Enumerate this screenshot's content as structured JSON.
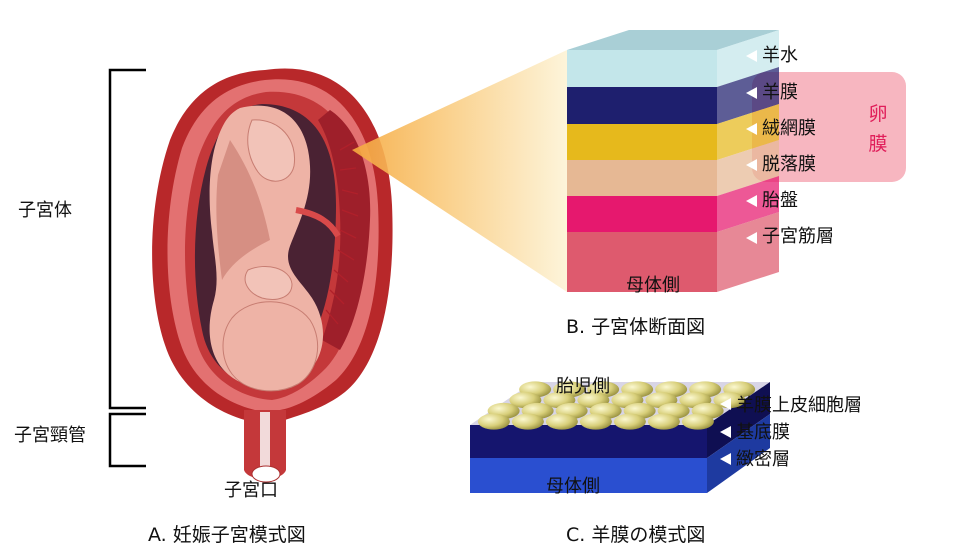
{
  "panel_a": {
    "caption": "A. 妊娠子宮模式図",
    "label_body": "子宮体",
    "label_cervix": "子宮頸管",
    "label_os": "子宮口"
  },
  "panel_b": {
    "caption": "B. 子宮体断面図",
    "maternal_side": "母体側",
    "egg_membrane": "卵膜",
    "layers": [
      {
        "label": "羊水",
        "color": "#c3e6ea"
      },
      {
        "label": "羊膜",
        "color": "#1e1f6e"
      },
      {
        "label": "絨網膜",
        "color": "#e6b91c"
      },
      {
        "label": "脱落膜",
        "color": "#e6b894"
      },
      {
        "label": "胎盤",
        "color": "#e6186e"
      },
      {
        "label": "子宮筋層",
        "color": "#de5a6e"
      }
    ]
  },
  "panel_c": {
    "caption": "C. 羊膜の模式図",
    "fetal_side": "胎児側",
    "maternal_side": "母体側",
    "layers": [
      {
        "label": "羊膜上皮細胞層",
        "color": "#d8cf7a"
      },
      {
        "label": "基底膜",
        "color": "#15156e"
      },
      {
        "label": "緻密層",
        "color": "#2a4fd0"
      }
    ]
  }
}
